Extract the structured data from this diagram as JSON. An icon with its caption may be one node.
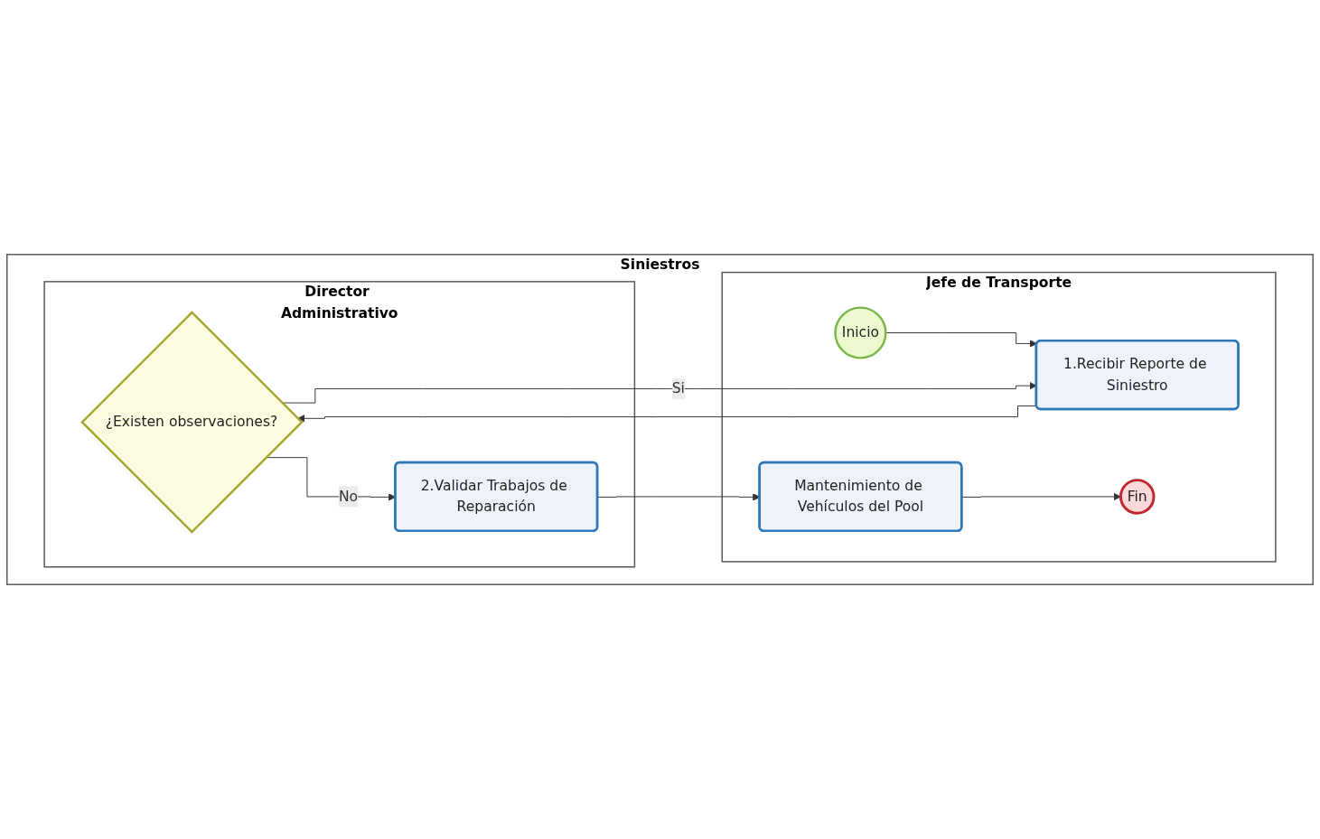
{
  "diagram": {
    "nodes": [
      {
        "text": [
          "Siniestros"
        ]
      },
      {
        "text": [
          "Jefe de Transporte"
        ],
        "in": 0
      },
      {
        "text": [
          "Director Administrativo"
        ],
        "in": 0
      },
      {
        "text": [
          "Inicio"
        ],
        "in": 1
      },
      {
        "text": [
          "1.Recibir Reporte de Siniestro"
        ],
        "in": 1
      },
      {
        "text": [
          "Mantenimiento de Vehículos del Pool"
        ],
        "in": 1
      },
      {
        "text": [
          "Fin"
        ],
        "in": 1
      },
      {
        "text": [
          "¿Existen observaciones?"
        ],
        "in": 2
      },
      {
        "text": [
          "2.Validar Trabajos de Reparación"
        ],
        "in": 2
      }
    ],
    "edges": [
      {
        "from": 3,
        "to": 4,
        "arrow": "to"
      },
      {
        "from": 4,
        "to": 7,
        "arrow": "to"
      },
      {
        "from": 7,
        "to": 4,
        "label": "Si",
        "arrow": "to"
      },
      {
        "from": 7,
        "to": 8,
        "label": "No",
        "arrow": "to"
      },
      {
        "from": 8,
        "to": 5,
        "arrow": "to"
      },
      {
        "from": 5,
        "to": 6,
        "arrow": "to"
      }
    ]
  }
}
